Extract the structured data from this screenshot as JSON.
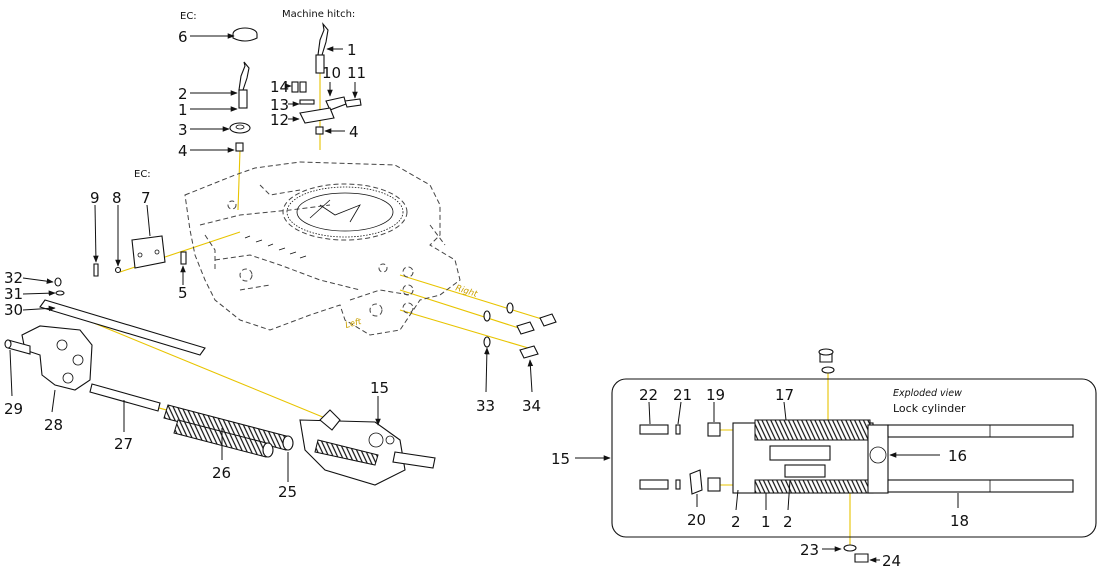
{
  "captions": {
    "ec_top": "EC:",
    "machine_hitch": "Machine hitch:",
    "ec_left": "EC:",
    "exploded_view": "Exploded view",
    "lock_cylinder": "Lock cylinder",
    "side_right": "Right",
    "side_left": "Left"
  },
  "callouts": {
    "c6": "6",
    "c2a": "2",
    "c1a": "1",
    "c3": "3",
    "c4a": "4",
    "c1b": "1",
    "c10": "10",
    "c11": "11",
    "c14": "14",
    "c13": "13",
    "c12": "12",
    "c4b": "4",
    "c9": "9",
    "c8": "8",
    "c7": "7",
    "c5": "5",
    "c32": "32",
    "c31": "31",
    "c30": "30",
    "c29": "29",
    "c28": "28",
    "c27": "27",
    "c26": "26",
    "c25": "25",
    "c15a": "15",
    "c33": "33",
    "c34": "34",
    "c15b": "15",
    "c22": "22",
    "c21": "21",
    "c19": "19",
    "c17": "17",
    "c16": "16",
    "c20": "20",
    "c2b": "2",
    "c1c": "1",
    "c2c": "2",
    "c18": "18",
    "c23": "23",
    "c24": "24"
  },
  "colors": {
    "leader_line": "#111111",
    "assembly_axis": "#e8c400",
    "outline": "#111111",
    "side_label": "#c9a000"
  }
}
